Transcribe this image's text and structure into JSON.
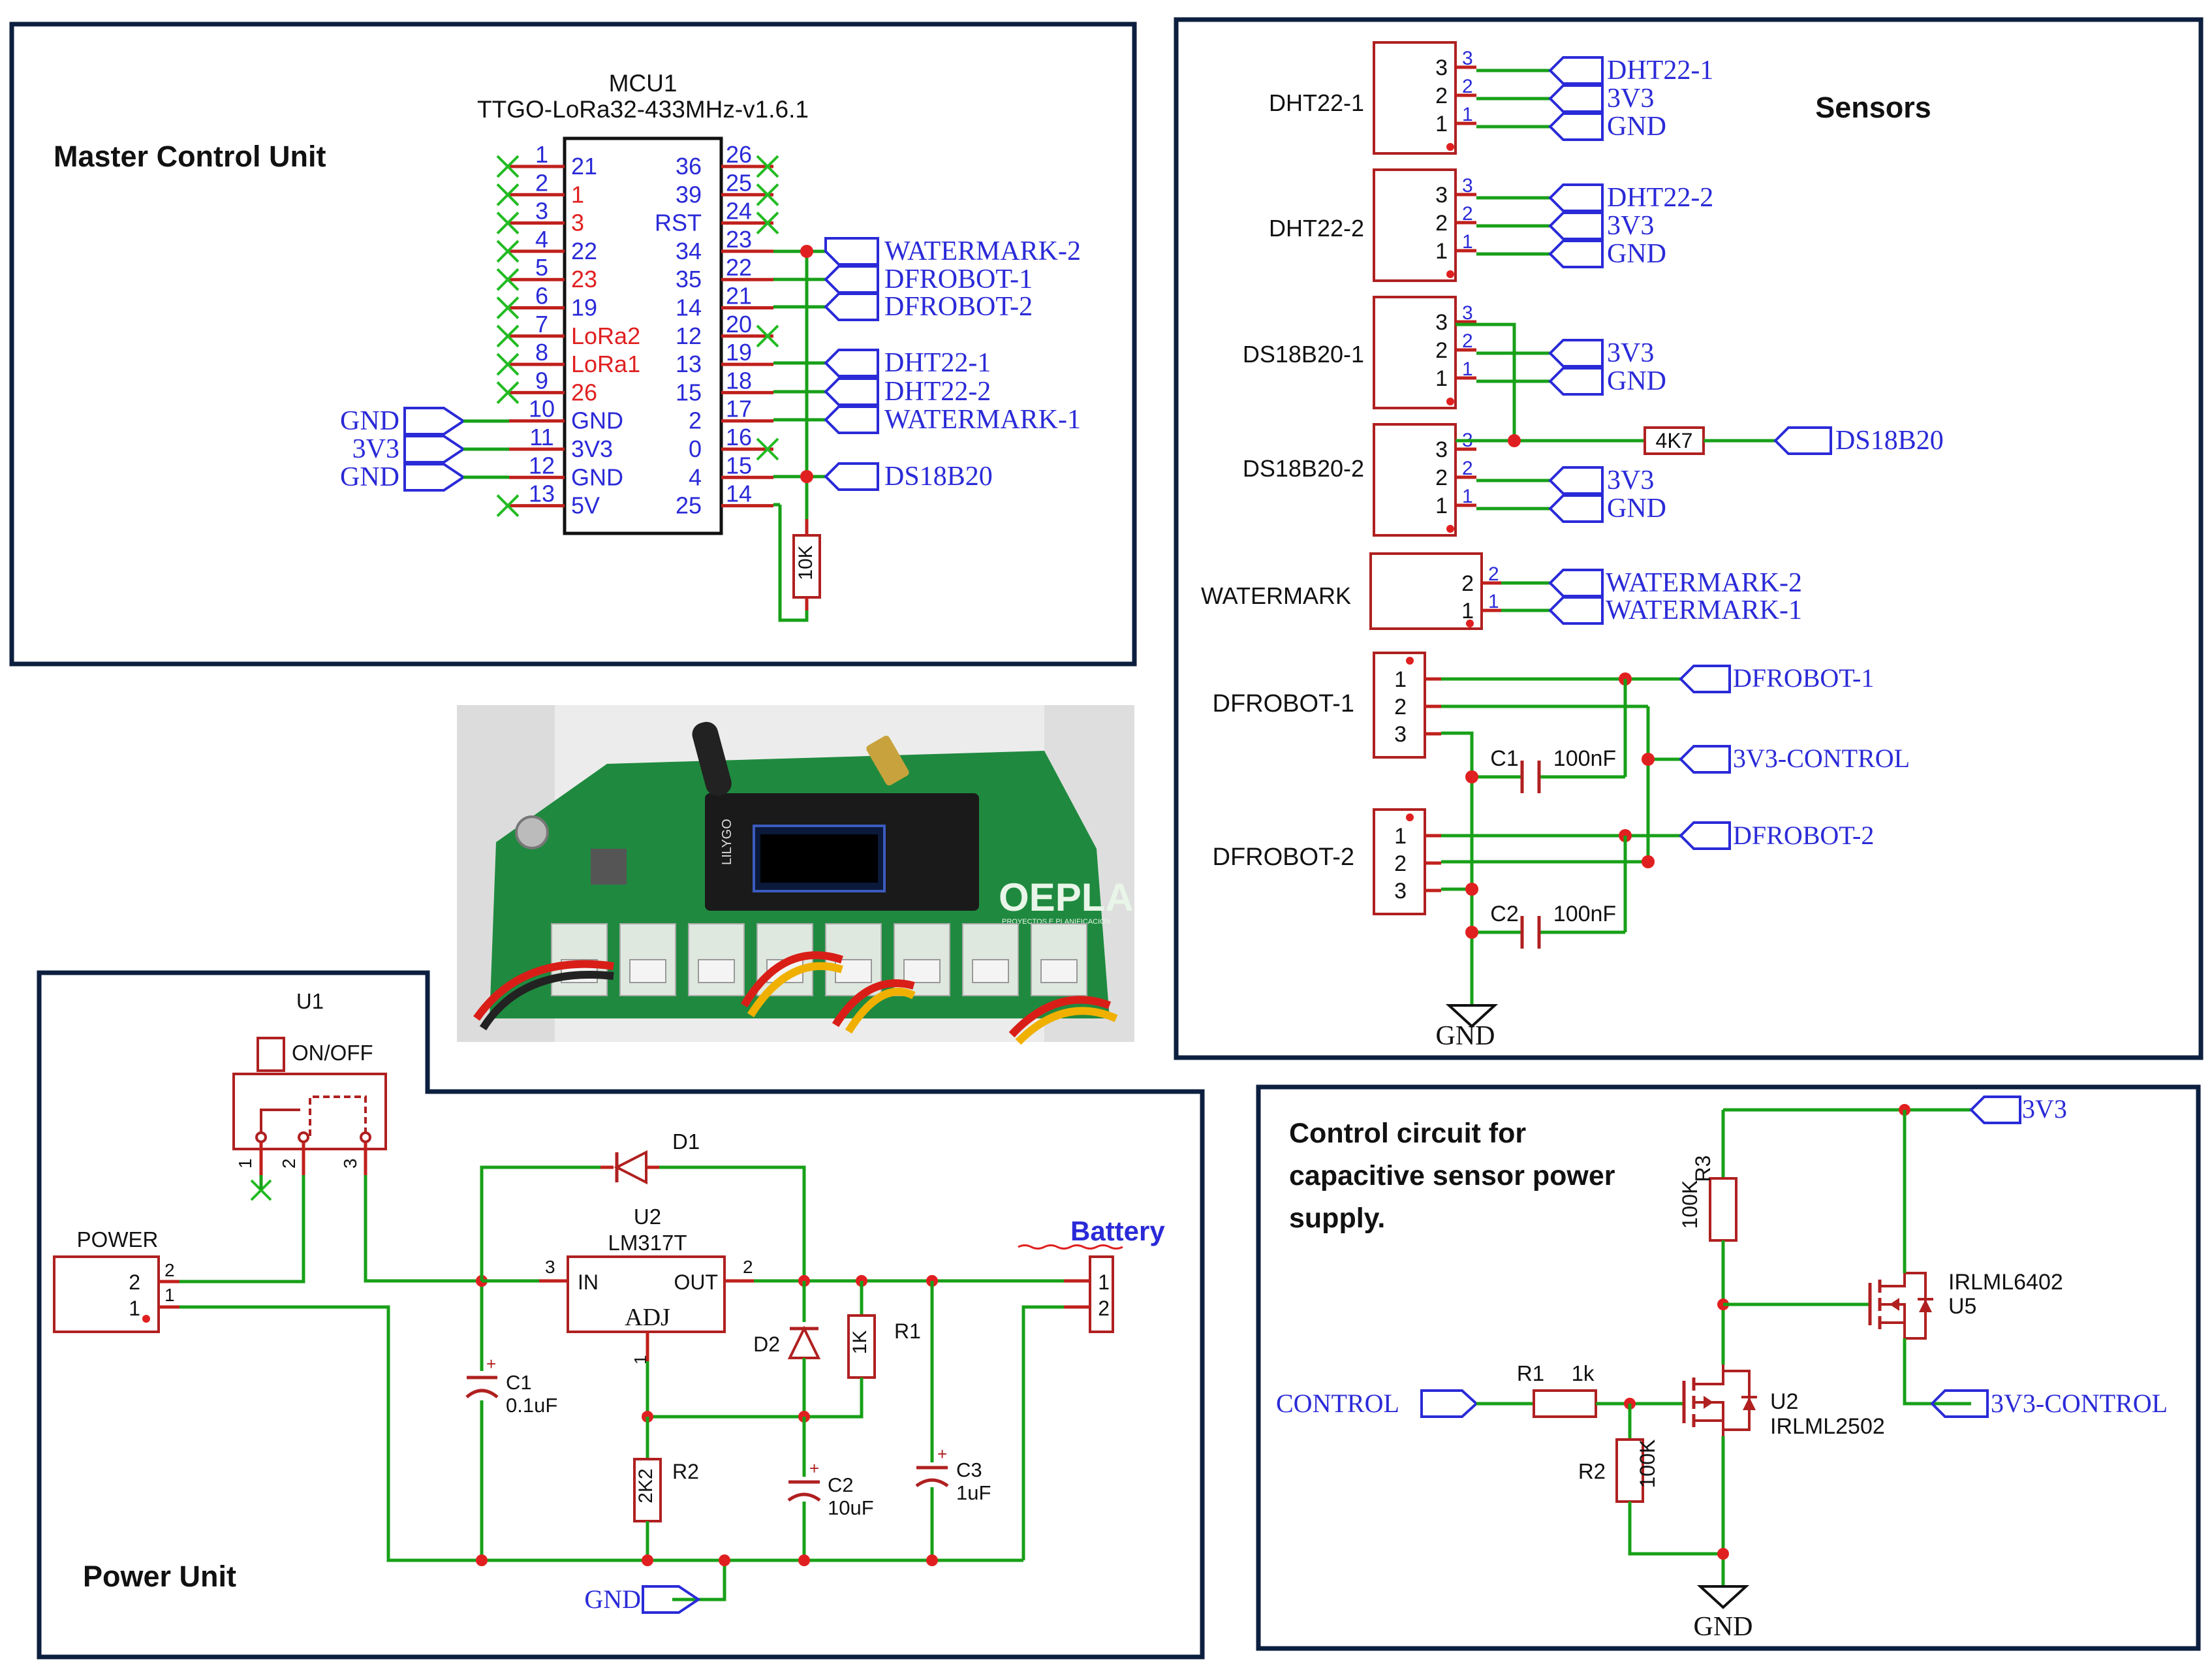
{
  "master": {
    "title": "Master Control Unit",
    "mcu_ref": "MCU1",
    "mcu_model": "TTGO-LoRa32-433MHz-v1.6.1",
    "left_pins": [
      {
        "num": "1",
        "name": "21"
      },
      {
        "num": "2",
        "name": "1"
      },
      {
        "num": "3",
        "name": "3"
      },
      {
        "num": "4",
        "name": "22"
      },
      {
        "num": "5",
        "name": "23"
      },
      {
        "num": "6",
        "name": "19"
      },
      {
        "num": "7",
        "name": "LoRa2"
      },
      {
        "num": "8",
        "name": "LoRa1"
      },
      {
        "num": "9",
        "name": "26"
      },
      {
        "num": "10",
        "name": "GND"
      },
      {
        "num": "11",
        "name": "3V3"
      },
      {
        "num": "12",
        "name": "GND"
      },
      {
        "num": "13",
        "name": "5V"
      }
    ],
    "right_pins": [
      {
        "num": "26",
        "name": "36"
      },
      {
        "num": "25",
        "name": "39"
      },
      {
        "num": "24",
        "name": "RST"
      },
      {
        "num": "23",
        "name": "34"
      },
      {
        "num": "22",
        "name": "35"
      },
      {
        "num": "21",
        "name": "14"
      },
      {
        "num": "20",
        "name": "12"
      },
      {
        "num": "19",
        "name": "13"
      },
      {
        "num": "18",
        "name": "15"
      },
      {
        "num": "17",
        "name": "2"
      },
      {
        "num": "16",
        "name": "0"
      },
      {
        "num": "15",
        "name": "4"
      },
      {
        "num": "14",
        "name": "25"
      }
    ],
    "left_nets": [
      "GND",
      "3V3",
      "GND"
    ],
    "right_nets": [
      "WATERMARK-2",
      "DFROBOT-1",
      "DFROBOT-2",
      "DHT22-1",
      "DHT22-2",
      "WATERMARK-1",
      "DS18B20"
    ],
    "pullup": "10K"
  },
  "sensors": {
    "title": "Sensors",
    "dht1": {
      "label": "DHT22-1",
      "nets": [
        "DHT22-1",
        "3V3",
        "GND"
      ]
    },
    "dht2": {
      "label": "DHT22-2",
      "nets": [
        "DHT22-2",
        "3V3",
        "GND"
      ]
    },
    "ds1": {
      "label": "DS18B20-1",
      "nets": [
        "3V3",
        "GND"
      ]
    },
    "ds2": {
      "label": "DS18B20-2",
      "nets": [
        "3V3",
        "GND"
      ]
    },
    "resistor": "4K7",
    "ds_net": "DS18B20",
    "watermark": {
      "label": "WATERMARK",
      "nets": [
        "WATERMARK-2",
        "WATERMARK-1"
      ]
    },
    "df1": {
      "label": "DFROBOT-1",
      "net": "DFROBOT-1"
    },
    "df2": {
      "label": "DFROBOT-2",
      "net": "DFROBOT-2"
    },
    "control_net": "3V3-CONTROL",
    "c1": {
      "ref": "C1",
      "value": "100nF"
    },
    "c2": {
      "ref": "C2",
      "value": "100nF"
    },
    "gnd": "GND",
    "pin_nums": [
      "1",
      "2",
      "3"
    ]
  },
  "photo": {
    "board_text": "OEPLA",
    "board_sub": "PROYECTOS E PLANIFICACIÓN",
    "module_text": "LILYGO",
    "colors": {
      "board": "#1f8a3f",
      "box": "#ececec",
      "cable_red": "#d91e18",
      "cable_yellow": "#f0b000"
    }
  },
  "power": {
    "title": "Power Unit",
    "u1": "U1",
    "switch_label": "ON/OFF",
    "power_label": "POWER",
    "d1": "D1",
    "u2": "U2",
    "regulator": "LM317T",
    "in_label": "IN",
    "out_label": "OUT",
    "adj_label": "ADJ",
    "d2": "D2",
    "r1": {
      "ref": "R1",
      "value": "1K"
    },
    "r2": {
      "ref": "R2",
      "value": "2K2"
    },
    "c1": {
      "ref": "C1",
      "value": "0.1uF"
    },
    "c2": {
      "ref": "C2",
      "value": "10uF"
    },
    "c3": {
      "ref": "C3",
      "value": "1uF"
    },
    "battery": "Battery",
    "gnd": "GND",
    "pins": {
      "p1": "1",
      "p2": "2",
      "p3": "3"
    }
  },
  "control": {
    "title_lines": [
      "Control circuit for",
      "capacitive sensor power",
      "supply."
    ],
    "net_3v3": "3V3",
    "r3": {
      "ref": "R3",
      "value": "100K"
    },
    "u5": {
      "part": "IRLML6402",
      "ref": "U5"
    },
    "control_net": "CONTROL",
    "r1": {
      "ref": "R1",
      "value": "1k"
    },
    "u2": {
      "ref": "U2",
      "part": "IRLML2502"
    },
    "r2": {
      "ref": "R2",
      "value": "100K"
    },
    "out_net": "3V3-CONTROL",
    "gnd": "GND"
  }
}
